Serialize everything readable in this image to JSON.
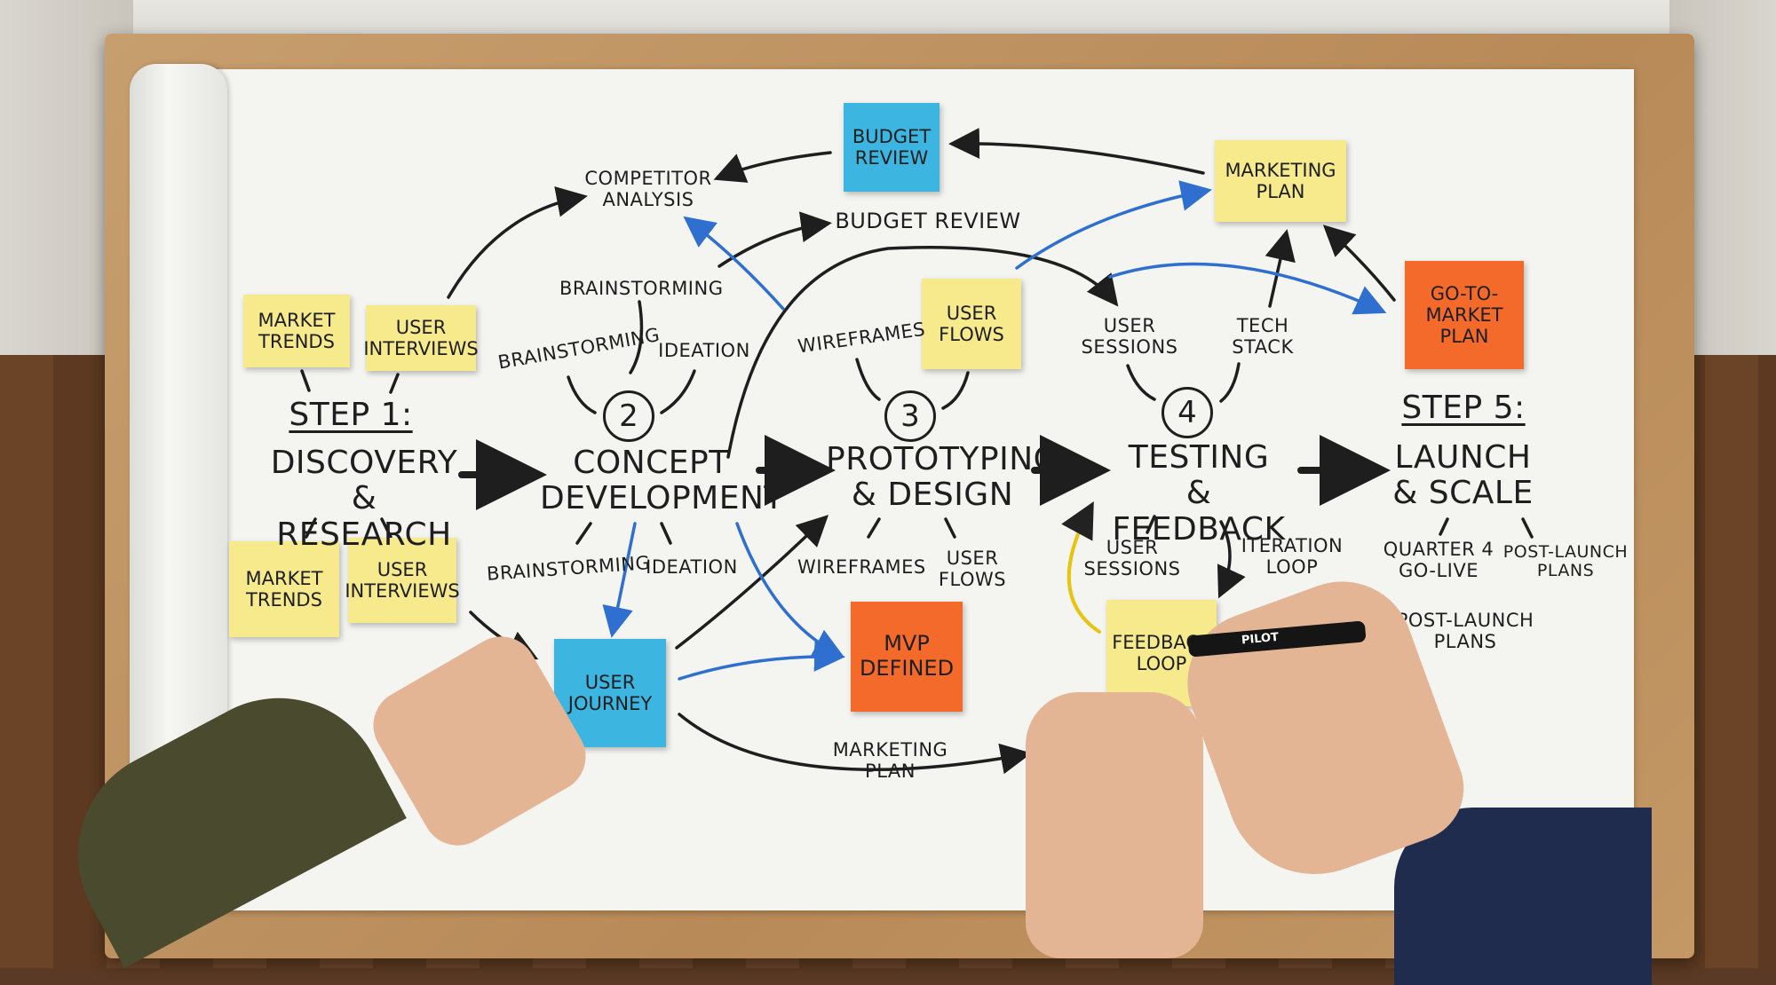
{
  "steps": {
    "step1_label": "STEP 1:",
    "step1_title": "DISCOVERY\n& RESEARCH",
    "step2_number": "2",
    "step2_title": "CONCEPT\nDEVELOPMENT",
    "step3_number": "3",
    "step3_title": "PROTOTYPING\n& DESIGN",
    "step4_number": "4",
    "step4_title": "TESTING\n& FEEDBACK",
    "step5_label": "STEP 5:",
    "step5_title": "LAUNCH\n& SCALE"
  },
  "labels": {
    "competitor_analysis": "COMPETITOR\nANALYSIS",
    "budget_review": "BUDGET REVIEW",
    "brainstorming_top": "BRAINSTORMING",
    "brainstorming_mid": "BRAINSTORMING",
    "ideation_top": "IDEATION",
    "wireframes_top": "WIREFRAMES",
    "user_sessions_top": "USER\nSESSIONS",
    "tech_stack": "TECH\nSTACK",
    "brainstorming_bottom": "BRAINSTORMING",
    "ideation_bottom": "IDEATION",
    "wireframes_bottom": "WIREFRAMES",
    "user_flows_bottom": "USER\nFLOWS",
    "user_sessions_bottom": "USER\nSESSIONS",
    "iteration_loop": "ITERATION\nLOOP",
    "quarter4_golive": "QUARTER 4\nGO-LIVE",
    "post_launch_plans_1": "POST-LAUNCH\nPLANS",
    "post_launch_plans_2": "POST-LAUNCH\nPLANS",
    "marketing_plan_bottom": "MARKETING\nPLAN"
  },
  "notes": {
    "budget_review": "BUDGET\nREVIEW",
    "marketing_plan": "MARKETING\nPLAN",
    "go_to_market": "GO-TO-\nMARKET\nPLAN",
    "market_trends_top": "MARKET\nTRENDS",
    "user_interviews_top": "USER\nINTERVIEWS",
    "user_flows": "USER\nFLOWS",
    "market_trends_bottom": "MARKET\nTRENDS",
    "user_interviews_bottom": "USER\nINTERVIEWS",
    "user_journey": "USER\nJOURNEY",
    "mvp_defined": "MVP\nDEFINED",
    "feedback_loop": "FEEDBACK\nLOOP"
  },
  "marker_brand": "PILOT",
  "colors": {
    "note_yellow": "#f6ea8d",
    "note_blue": "#3cb5e0",
    "note_orange": "#f36a2a",
    "ink_black": "#1e1e1e",
    "ink_blue": "#2f6fd0"
  }
}
